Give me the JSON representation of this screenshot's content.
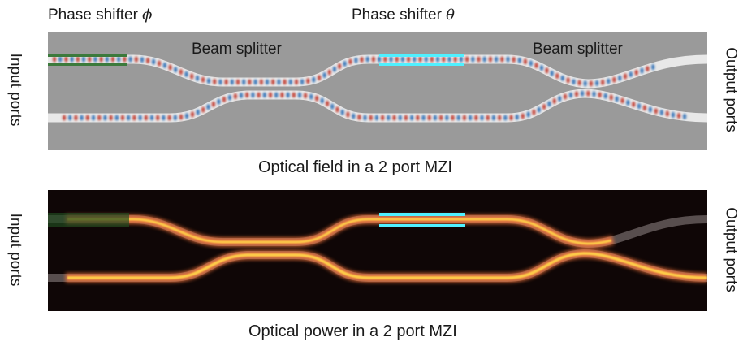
{
  "labels": {
    "phase_shifter_phi_text": "Phase shifter ",
    "phase_shifter_phi_symbol": "ϕ",
    "phase_shifter_theta_text": "Phase shifter ",
    "phase_shifter_theta_symbol": "θ",
    "beam_splitter_1": "Beam splitter",
    "beam_splitter_2": "Beam splitter",
    "input_ports_top": "Input ports",
    "output_ports_top": "Output ports",
    "input_ports_bottom": "Input ports",
    "output_ports_bottom": "Output ports"
  },
  "captions": {
    "field": "Optical field in a 2 port MZI",
    "power": "Optical power in a 2 port MZI"
  },
  "colors": {
    "field_background": "#9a9a9a",
    "waveguide_light": "#e8e8e8",
    "phase_shifter_phi": "#3c7a3c",
    "phase_shifter_theta": "#4ff0ff",
    "field_positive": "#c0392b",
    "field_negative": "#2f6fb5",
    "power_background": "#0f0606",
    "power_glow": "#ff7a3c",
    "power_core": "#ffd24a",
    "waveguide_dim": "#6a6060"
  }
}
